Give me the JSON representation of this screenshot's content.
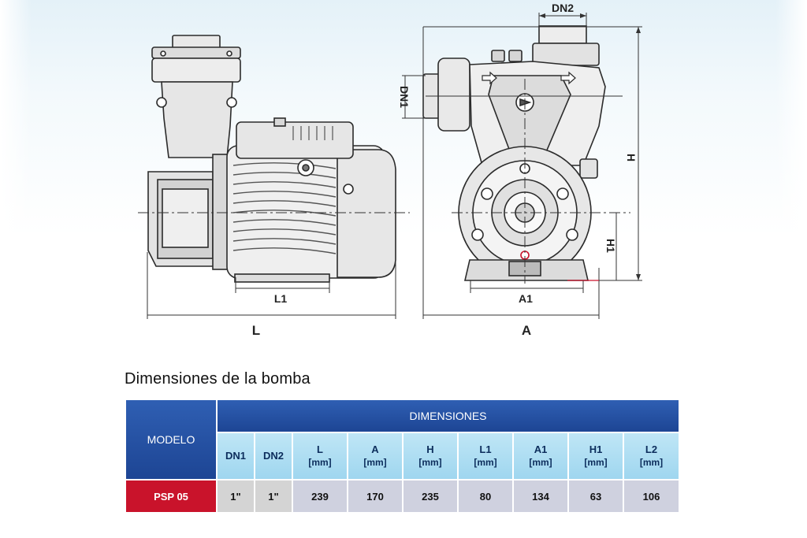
{
  "drawing": {
    "dim_L": "L",
    "dim_L1": "L1",
    "dim_A": "A",
    "dim_A1": "A1",
    "dim_H": "H",
    "dim_H1": "H1",
    "dim_DN1": "DN1",
    "dim_DN2": "DN2"
  },
  "section_title": "Dimensiones de la bomba",
  "table": {
    "model_header": "MODELO",
    "group_header": "DIMENSIONES",
    "columns": [
      {
        "name": "DN1",
        "unit": ""
      },
      {
        "name": "DN2",
        "unit": ""
      },
      {
        "name": "L",
        "unit": "[mm]"
      },
      {
        "name": "A",
        "unit": "[mm]"
      },
      {
        "name": "H",
        "unit": "[mm]"
      },
      {
        "name": "L1",
        "unit": "[mm]"
      },
      {
        "name": "A1",
        "unit": "[mm]"
      },
      {
        "name": "H1",
        "unit": "[mm]"
      },
      {
        "name": "L2",
        "unit": "[mm]"
      }
    ],
    "rows": [
      {
        "model": "PSP 05",
        "values": [
          "1\"",
          "1\"",
          "239",
          "170",
          "235",
          "80",
          "134",
          "63",
          "106"
        ]
      }
    ]
  },
  "colors": {
    "header_blue": "#1d4594",
    "header_light": "#9fd6ef",
    "model_red": "#c9132b",
    "cell_grey": "#cfd1df"
  }
}
